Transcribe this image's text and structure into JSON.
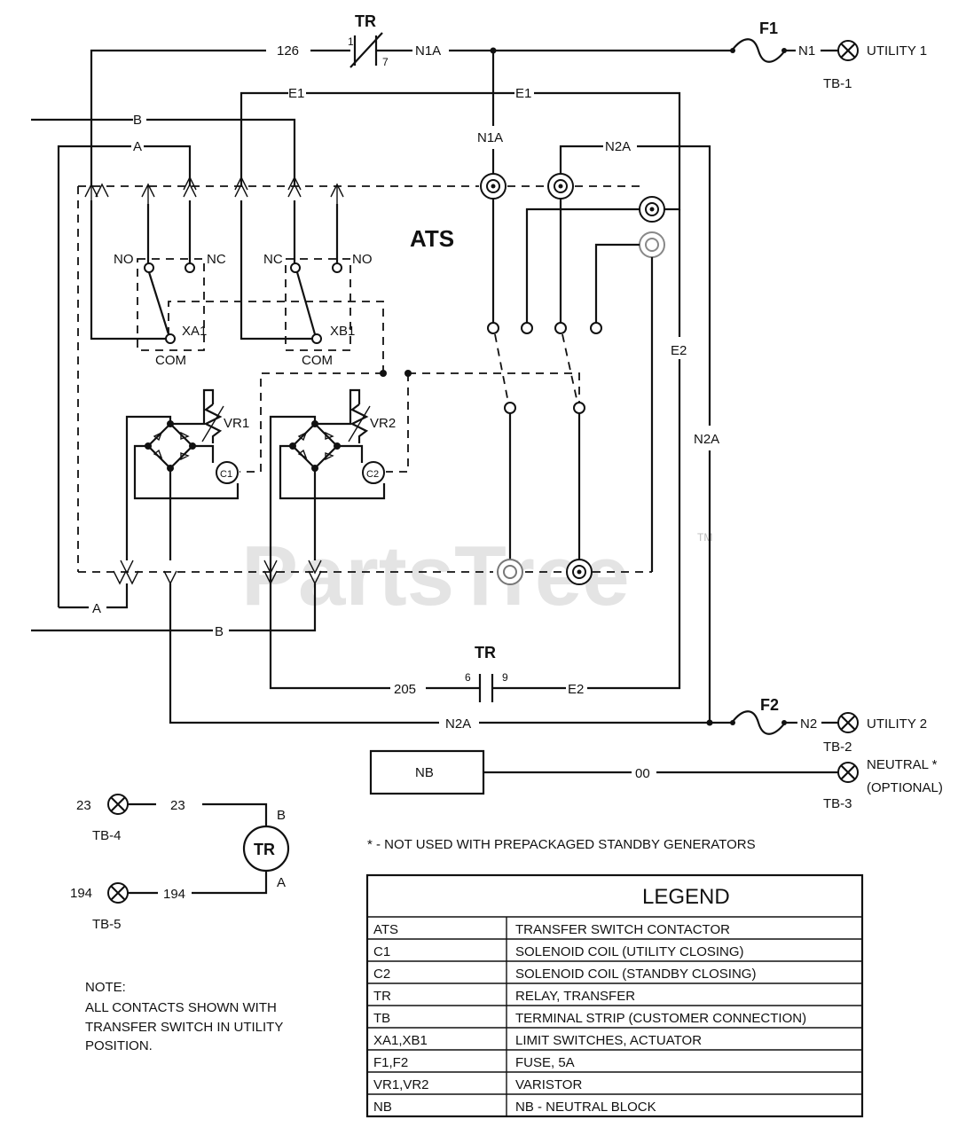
{
  "title": "ATS",
  "watermark": "PartsTree",
  "watermark_tm": "TM",
  "components": {
    "tr": "TR",
    "f1": "F1",
    "f2": "F2",
    "xa1": "XA1",
    "xb1": "XB1",
    "vr1": "VR1",
    "vr2": "VR2",
    "c1": "C1",
    "c2": "C2",
    "nb": "NB",
    "tr_coil": "TR"
  },
  "contacts": {
    "no": "NO",
    "nc": "NC",
    "com": "COM",
    "tr_top_a": "1",
    "tr_top_b": "7",
    "tr_bot_a": "6",
    "tr_bot_b": "9",
    "coil_b": "B",
    "coil_a": "A"
  },
  "wires": {
    "w126": "126",
    "n1a": "N1A",
    "n1": "N1",
    "e1": "E1",
    "b": "B",
    "a": "A",
    "n2a": "N2A",
    "e2": "E2",
    "w205": "205",
    "n2": "N2",
    "w00": "00",
    "w23": "23",
    "w194": "194"
  },
  "terminals": {
    "utility1": "UTILITY 1",
    "utility2": "UTILITY 2",
    "neutral": "NEUTRAL *",
    "optional": "(OPTIONAL)",
    "tb1": "TB-1",
    "tb2": "TB-2",
    "tb3": "TB-3",
    "tb4": "TB-4",
    "tb5": "TB-5"
  },
  "footnote": "* - NOT USED WITH PREPACKAGED STANDBY GENERATORS",
  "note": {
    "heading": "NOTE:",
    "lines": [
      "ALL CONTACTS SHOWN WITH",
      "TRANSFER SWITCH IN UTILITY",
      "POSITION."
    ]
  },
  "legend": {
    "title": "LEGEND",
    "rows": [
      {
        "code": "ATS",
        "desc": "TRANSFER SWITCH CONTACTOR"
      },
      {
        "code": "C1",
        "desc": "SOLENOID COIL (UTILITY CLOSING)"
      },
      {
        "code": "C2",
        "desc": "SOLENOID COIL (STANDBY CLOSING)"
      },
      {
        "code": "TR",
        "desc": "RELAY, TRANSFER"
      },
      {
        "code": "TB",
        "desc": "TERMINAL STRIP (CUSTOMER CONNECTION)"
      },
      {
        "code": "XA1,XB1",
        "desc": "LIMIT SWITCHES, ACTUATOR"
      },
      {
        "code": "F1,F2",
        "desc": "FUSE, 5A"
      },
      {
        "code": "VR1,VR2",
        "desc": "VARISTOR"
      },
      {
        "code": "NB",
        "desc": "NB - NEUTRAL BLOCK"
      }
    ]
  }
}
